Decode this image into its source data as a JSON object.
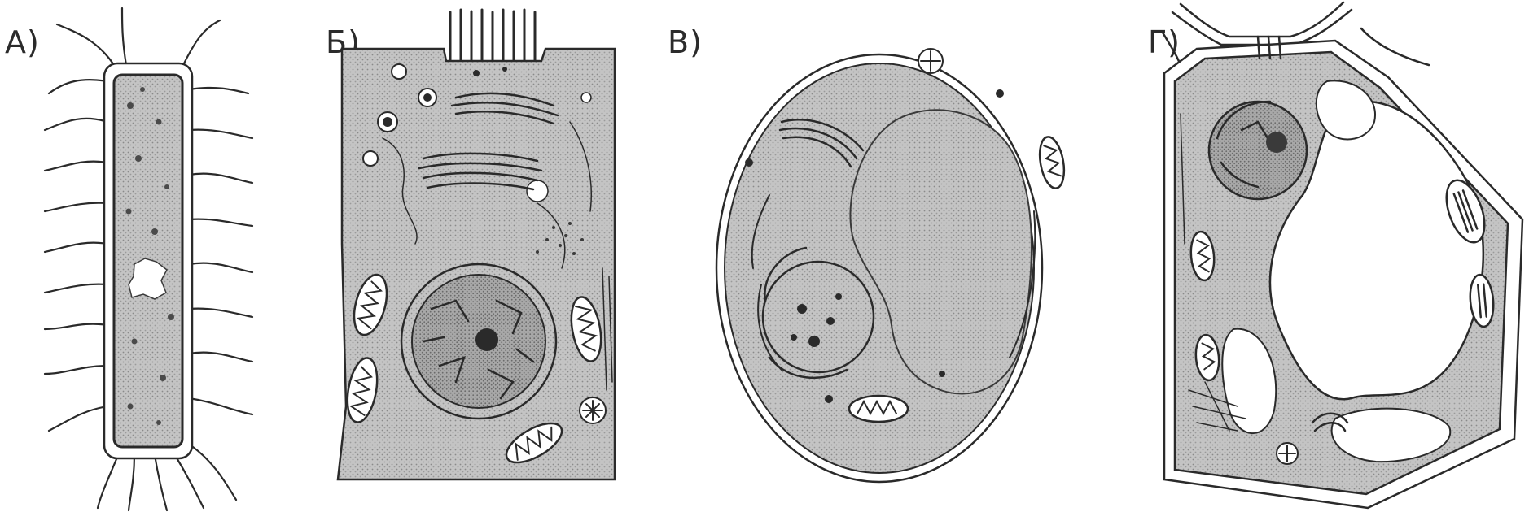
{
  "labels": {
    "a": "А)",
    "b": "Б)",
    "v": "В)",
    "g": "Г)"
  },
  "colors": {
    "ink": "#2a2a2a",
    "cytoplasm": "#bdbdbd",
    "wall": "#ffffff",
    "dark": "#5a5a5a"
  }
}
